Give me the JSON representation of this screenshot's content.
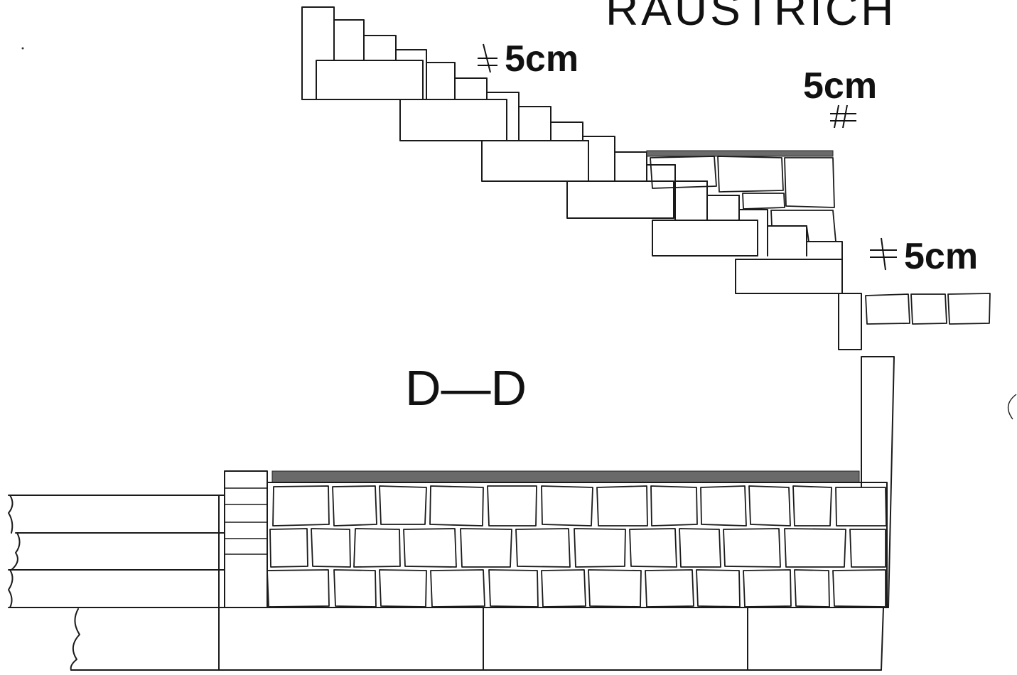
{
  "labels": {
    "title": "RAUSTRICH",
    "dim_top": "5cm",
    "dim_right_upper": "5cm",
    "dim_right_lower": "5cm",
    "section": "D—D"
  },
  "symbols": {
    "finish_mark": "hatch-symbol"
  }
}
